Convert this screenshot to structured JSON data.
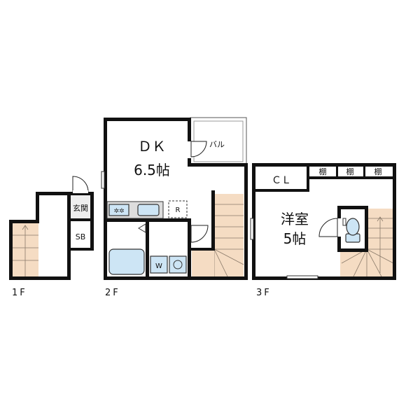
{
  "floors": {
    "f1": {
      "label": "1F"
    },
    "f2": {
      "label": "2F"
    },
    "f3": {
      "label": "3F"
    }
  },
  "rooms": {
    "genkan": "玄関",
    "sb": "SB",
    "dk_name": "ＤＫ",
    "dk_size": "6.5帖",
    "balcony": "バル",
    "refrigerator": "R",
    "washer": "W",
    "cl": "ＣＬ",
    "shelf": "棚",
    "western_name": "洋室",
    "western_size": "5帖"
  },
  "colors": {
    "wall": "#111111",
    "stair_fill": "#f5dcc3",
    "fixture_fill": "#cde5f5"
  }
}
